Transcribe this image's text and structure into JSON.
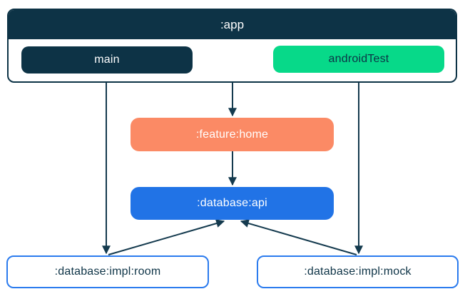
{
  "diagram_title": "module-dependency-graph",
  "app": {
    "title": ":app",
    "source_sets": [
      {
        "label": "main"
      },
      {
        "label": "androidTest"
      }
    ]
  },
  "modules": {
    "feature_home": {
      "label": ":feature:home"
    },
    "database_api": {
      "label": ":database:api"
    },
    "database_impl_room": {
      "label": ":database:impl:room"
    },
    "database_impl_mock": {
      "label": ":database:impl:mock"
    }
  },
  "edges": [
    {
      "from": "main",
      "to": ":database:impl:room"
    },
    {
      "from": ":app",
      "to": ":feature:home"
    },
    {
      "from": "androidTest",
      "to": ":database:impl:mock"
    },
    {
      "from": ":feature:home",
      "to": ":database:api"
    },
    {
      "from": ":database:impl:room",
      "to": ":database:api"
    },
    {
      "from": ":database:impl:mock",
      "to": ":database:api"
    }
  ],
  "colors": {
    "navy": "#0d3346",
    "green": "#07d989",
    "coral": "#fb8a65",
    "blue": "#2173e6",
    "outline_blue": "#2b7bee",
    "arrow": "#143a4e",
    "background": "#ffffff"
  }
}
